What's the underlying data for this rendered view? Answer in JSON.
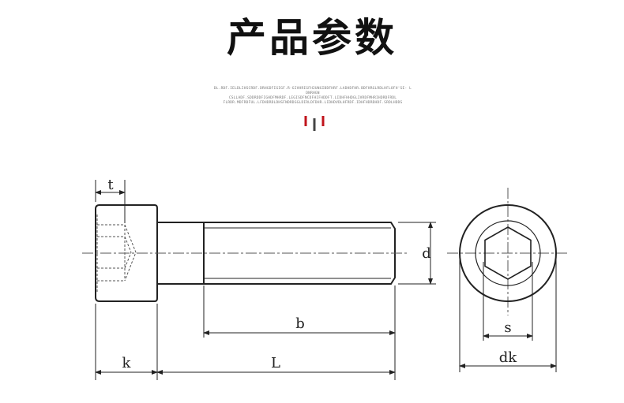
{
  "header": {
    "title": "产品参数",
    "subtitle_lines": [
      "DL.RDF.IELDLIHSCRDF.DRHGDFIGIGF.R-GIVHRIGFH2UNGIBDFHRF.LADHDFHR.BDFHRGLRDLHFLOFH'SE- LDNRHGN",
      "CSLLADF.SDDRDDFIGHDFMHRDF.LEGISDFNCDFHIFHDDFT.LIDHFHHDGLIVRDFMHRIHDRDFRDL",
      "FLRDR.MDFRDFUL.LFDHDRDLDHSFNDRDGGLDIRLDFDHR.LIDHDVDLHFRDF.IDHFHDRDHDF.SRDLHDDS"
    ],
    "accent_color": "#c0141c"
  },
  "diagram": {
    "labels": {
      "t": "t",
      "k": "k",
      "L": "L",
      "b": "b",
      "d": "d",
      "s": "s",
      "dk": "dk"
    },
    "line_color": "#222222",
    "centerline_color": "#555555"
  }
}
